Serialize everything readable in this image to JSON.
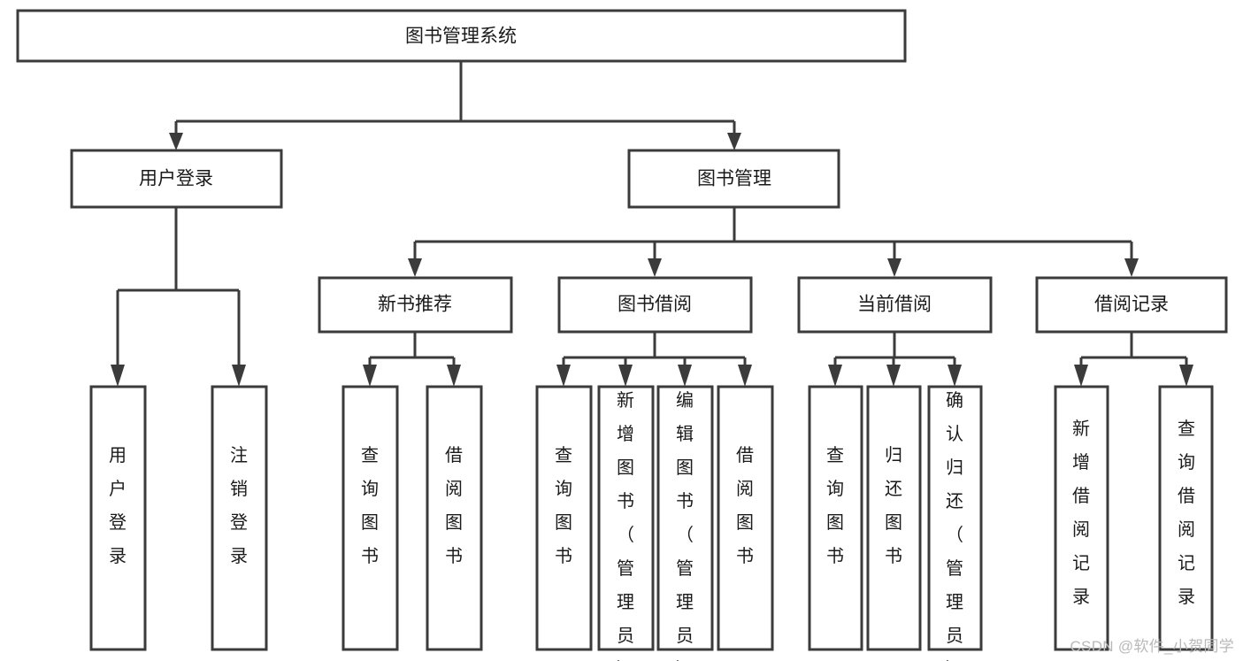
{
  "diagram": {
    "type": "tree-hierarchy",
    "title": "图书管理系统",
    "watermark": "CSDN @软件_小贺同学",
    "colors": {
      "stroke": "#3b3b3b",
      "fill": "#ffffff",
      "text": "#1a1a1a",
      "watermark": "#b9b9b9",
      "background": "#ffffff"
    },
    "levels": {
      "root": {
        "label": "图书管理系统"
      },
      "level2": [
        {
          "label": "用户登录"
        },
        {
          "label": "图书管理"
        }
      ],
      "level3": [
        {
          "label": "新书推荐"
        },
        {
          "label": "图书借阅"
        },
        {
          "label": "当前借阅"
        },
        {
          "label": "借阅记录"
        }
      ]
    },
    "leaves": {
      "user_login": [
        {
          "label": "用户登录"
        },
        {
          "label": "注销登录"
        }
      ],
      "new_book_recommend": [
        {
          "label": "查询图书"
        },
        {
          "label": "借阅图书"
        }
      ],
      "book_borrow": [
        {
          "label": "查询图书"
        },
        {
          "label": "新增图书（管理员）"
        },
        {
          "label": "编辑图书（管理员）"
        },
        {
          "label": "借阅图书"
        }
      ],
      "current_borrow": [
        {
          "label": "查询图书"
        },
        {
          "label": "归还图书"
        },
        {
          "label": "确认归还（管理员）"
        }
      ],
      "borrow_records": [
        {
          "label": "新增借阅记录"
        },
        {
          "label": "查询借阅记录"
        }
      ]
    }
  }
}
